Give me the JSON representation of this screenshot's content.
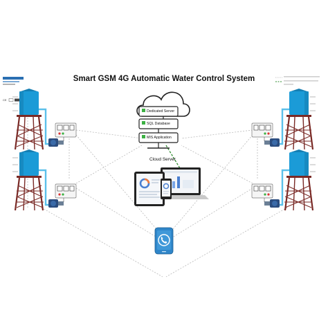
{
  "title": "Smart GSM 4G Automatic Water Control System",
  "cloud": {
    "servers": [
      "Dedicated Server",
      "SQL Database",
      "MIS Application"
    ],
    "label": "Cloud Server"
  },
  "brand": {
    "name": "",
    "tagline": ""
  },
  "cert": "",
  "legend": [],
  "phone_note": [],
  "colors": {
    "tank_blue": "#1b9bd7",
    "tank_blue_dark": "#157fb3",
    "tower_red": "#7a2a26",
    "pipe_blue": "#5bc0ea",
    "server_dark": "#333333",
    "led_green": "#3cb043",
    "gsm_link_green": "#2e8b2e",
    "link_gray": "#b5b5b5",
    "phone_blue": "#2f86c9"
  },
  "icons": [
    "cloud-icon",
    "server-icon",
    "water-tower-icon",
    "pump-icon",
    "control-panel-icon",
    "tablet-icon",
    "laptop-icon",
    "smartphone-icon",
    "phone-call-icon"
  ]
}
